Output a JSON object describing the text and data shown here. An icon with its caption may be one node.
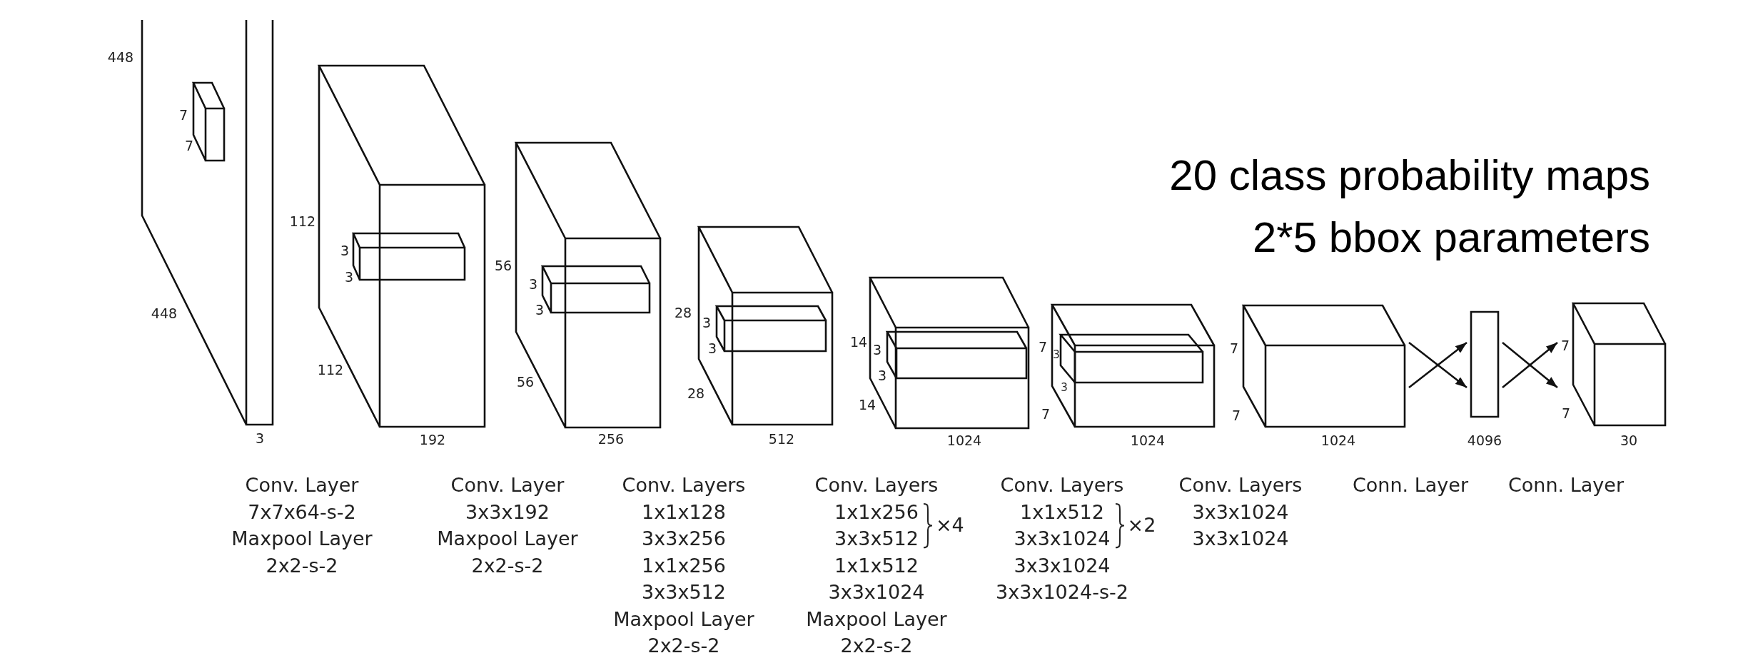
{
  "diagram": {
    "nodes": [
      {
        "text": [],
        "shape": "cuboid",
        "beside": [
          "448",
          "448",
          "3"
        ]
      },
      {
        "text": [],
        "shape": "cuboid",
        "in": 0,
        "beside": [
          "7",
          "7"
        ]
      },
      {
        "text": [],
        "shape": "cuboid",
        "beside": [
          "112",
          "112",
          "192"
        ]
      },
      {
        "text": [],
        "shape": "cuboid",
        "in": 2,
        "beside": [
          "3",
          "3"
        ]
      },
      {
        "text": [],
        "shape": "cuboid",
        "beside": [
          "56",
          "56",
          "256"
        ]
      },
      {
        "text": [],
        "shape": "cuboid",
        "in": 4,
        "beside": [
          "3",
          "3"
        ]
      },
      {
        "text": [],
        "shape": "cuboid",
        "beside": [
          "28",
          "28",
          "512"
        ]
      },
      {
        "text": [],
        "shape": "cuboid",
        "in": 6,
        "beside": [
          "3",
          "3"
        ]
      },
      {
        "text": [],
        "shape": "cuboid",
        "beside": [
          "14",
          "14",
          "1024"
        ]
      },
      {
        "text": [],
        "shape": "cuboid",
        "in": 8,
        "beside": [
          "3",
          "3"
        ]
      },
      {
        "text": [],
        "shape": "cuboid",
        "beside": [
          "7",
          "7",
          "1024"
        ]
      },
      {
        "text": [],
        "shape": "cuboid",
        "in": 10,
        "beside": [
          "3",
          "3"
        ]
      },
      {
        "text": [],
        "shape": "cuboid",
        "beside": [
          "7",
          "7",
          "1024"
        ]
      },
      {
        "text": [],
        "shape": "bar",
        "beside": [
          "4096"
        ]
      },
      {
        "text": [],
        "shape": "cuboid",
        "beside": [
          "7",
          "7",
          "30"
        ]
      }
    ],
    "edges": [
      {
        "from": 12,
        "to": 13,
        "arrow": "to"
      },
      {
        "from": 13,
        "to": 14,
        "arrow": "to"
      }
    ],
    "labels": [
      "20 class probability maps",
      "2*5 bbox parameters",
      "Conv. Layer",
      "7x7x64-s-2",
      "Maxpool Layer",
      "2x2-s-2",
      "Conv. Layer",
      "3x3x192",
      "Maxpool Layer",
      "2x2-s-2",
      "Conv. Layers",
      "1x1x128",
      "3x3x256",
      "1x1x256",
      "3x3x512",
      "Maxpool Layer",
      "2x2-s-2",
      "Conv. Layers",
      "1x1x256",
      "3x3x512",
      "×4",
      "1x1x512",
      "3x3x1024",
      "Maxpool Layer",
      "2x2-s-2",
      "Conv. Layers",
      "1x1x512",
      "3x3x1024",
      "×2",
      "3x3x1024",
      "3x3x1024-s-2",
      "Conv. Layers",
      "3x3x1024",
      "3x3x1024",
      "Conn. Layer",
      "Conn. Layer"
    ]
  }
}
